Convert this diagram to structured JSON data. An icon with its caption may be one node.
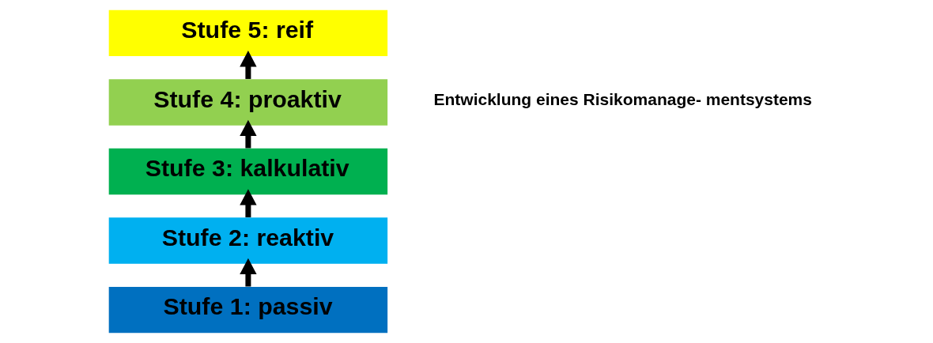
{
  "diagram": {
    "nodes": [
      {
        "text": [
          "Stufe 1: passiv"
        ]
      },
      {
        "text": [
          "Stufe 2: reaktiv"
        ]
      },
      {
        "text": [
          "Stufe 3: kalkulativ"
        ]
      },
      {
        "text": [
          "Stufe 4: proaktiv"
        ]
      },
      {
        "text": [
          "Stufe 5: reif"
        ]
      }
    ],
    "edges": [
      {
        "from": 0,
        "to": 1,
        "arrow": "to"
      },
      {
        "from": 1,
        "to": 2,
        "arrow": "to"
      },
      {
        "from": 2,
        "to": 3,
        "arrow": "to"
      },
      {
        "from": 3,
        "to": 4,
        "arrow": "to"
      }
    ],
    "labels": [
      "Entwicklung eines Risikomanage- mentsystems"
    ]
  }
}
